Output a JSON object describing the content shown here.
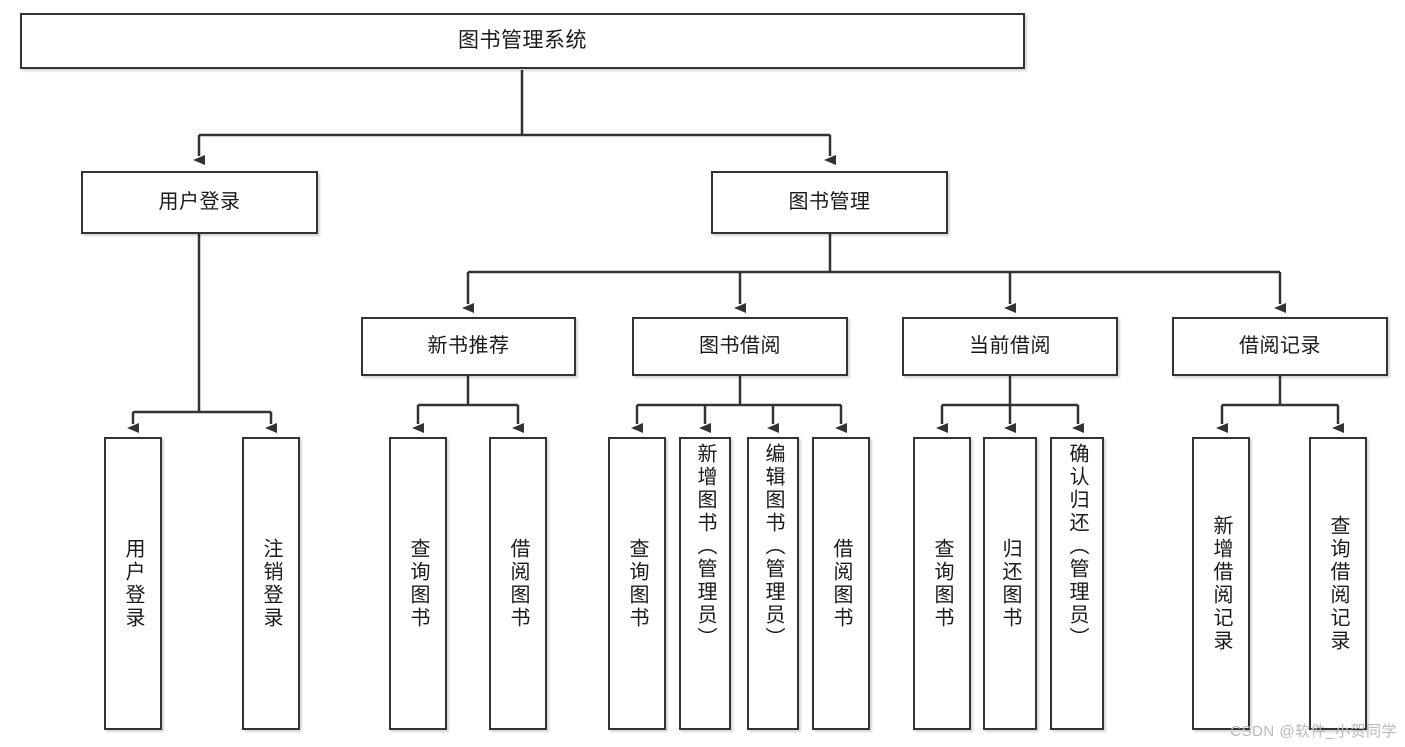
{
  "diagram": {
    "type": "tree-hierarchy-chart",
    "title": "图书管理系统",
    "watermark": "CSDN @软件_小贺同学",
    "colors": {
      "box_border": "#333333",
      "box_fill": "#ffffff",
      "connector": "#333333",
      "text": "#1a1a1a",
      "watermark": "#b9b9b9"
    },
    "nodes": {
      "root": {
        "label": "图书管理系统"
      },
      "level2": [
        {
          "id": "user-login",
          "label": "用户登录"
        },
        {
          "id": "book-management",
          "label": "图书管理"
        }
      ],
      "level3": [
        {
          "id": "new-book-recommend",
          "label": "新书推荐"
        },
        {
          "id": "book-borrow",
          "label": "图书借阅"
        },
        {
          "id": "current-borrow",
          "label": "当前借阅"
        },
        {
          "id": "borrow-record",
          "label": "借阅记录"
        }
      ],
      "leaves": {
        "user_login": [
          {
            "id": "leaf-user-login",
            "label": "用户登录"
          },
          {
            "id": "leaf-logout-login",
            "label": "注销登录"
          }
        ],
        "new_book_recommend": [
          {
            "id": "leaf-query-book-1",
            "label": "查询图书"
          },
          {
            "id": "leaf-borrow-book-1",
            "label": "借阅图书"
          }
        ],
        "book_borrow": [
          {
            "id": "leaf-query-book-2",
            "label": "查询图书"
          },
          {
            "id": "leaf-add-book",
            "label": "新增图书（管理员）"
          },
          {
            "id": "leaf-edit-book",
            "label": "编辑图书（管理员）"
          },
          {
            "id": "leaf-borrow-book-2",
            "label": "借阅图书"
          }
        ],
        "current_borrow": [
          {
            "id": "leaf-query-book-3",
            "label": "查询图书"
          },
          {
            "id": "leaf-return-book",
            "label": "归还图书"
          },
          {
            "id": "leaf-confirm-return",
            "label": "确认归还（管理员）"
          }
        ],
        "borrow_record": [
          {
            "id": "leaf-add-record",
            "label": "新增借阅记录"
          },
          {
            "id": "leaf-query-record",
            "label": "查询借阅记录"
          }
        ]
      }
    }
  }
}
